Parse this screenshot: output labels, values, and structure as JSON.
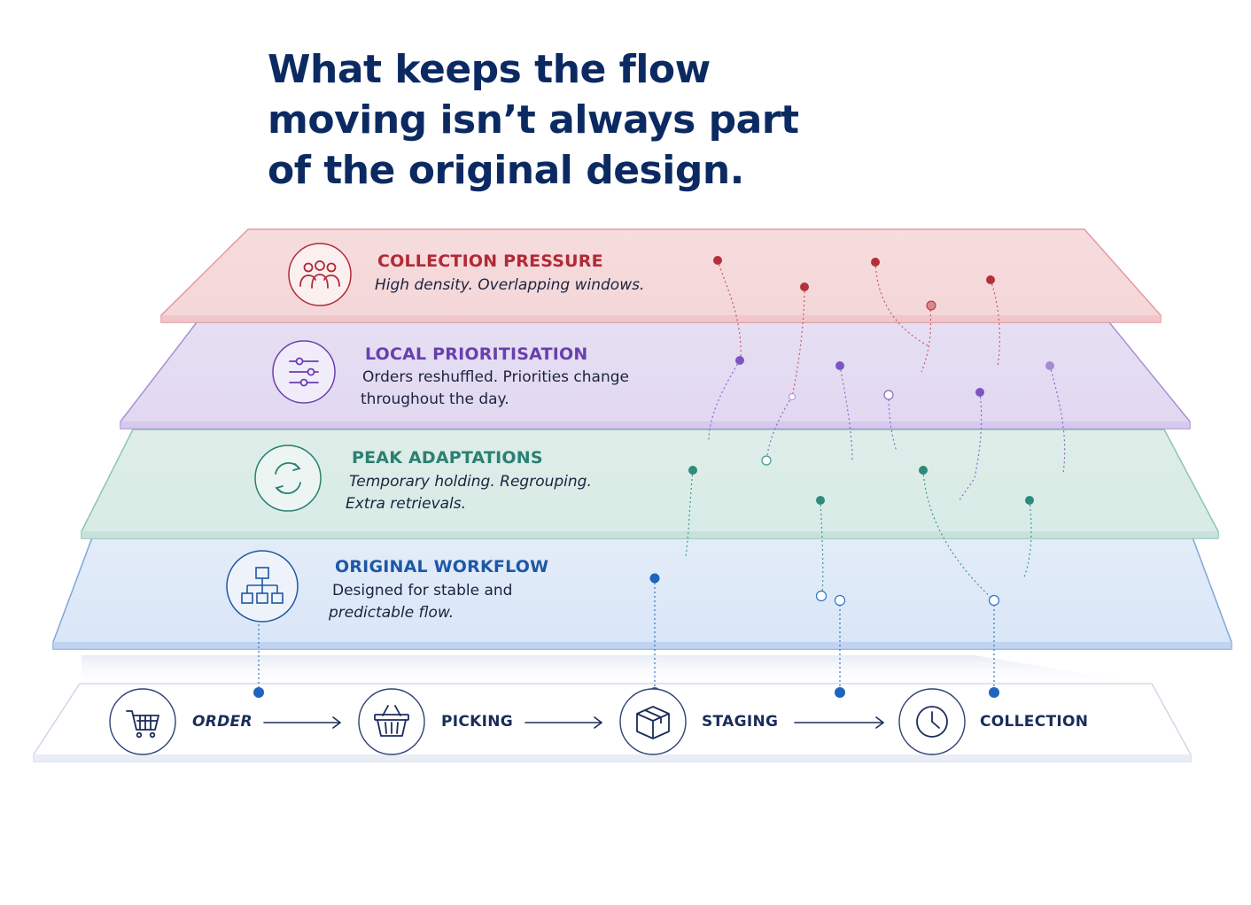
{
  "headline": {
    "lines": [
      "What keeps the flow",
      "moving isn’t always part",
      "of the original design."
    ]
  },
  "layers": [
    {
      "title": "COLLECTION PRESSURE",
      "description_lines": [
        "High density. Overlapping windows."
      ],
      "icon": "people-group-icon",
      "color": "#b12a36"
    },
    {
      "title": "LOCAL PRIORITISATION",
      "description_lines": [
        "Orders reshuffled. Priorities change",
        "throughout the day."
      ],
      "icon": "sliders-icon",
      "color": "#6a3fae"
    },
    {
      "title": "PEAK ADAPTATIONS",
      "description_lines": [
        "Temporary holding. Regrouping.",
        "Extra retrievals."
      ],
      "icon": "refresh-cycle-icon",
      "color": "#2b7f73"
    },
    {
      "title": "ORIGINAL WORKFLOW",
      "description_lines": [
        "Designed for stable and",
        "predictable flow."
      ],
      "icon": "hierarchy-icon",
      "color": "#1d58a6"
    }
  ],
  "flow": {
    "stages": [
      {
        "label": "ORDER",
        "icon": "shopping-cart-icon"
      },
      {
        "label": "PICKING",
        "icon": "basket-icon"
      },
      {
        "label": "STAGING",
        "icon": "package-box-icon"
      },
      {
        "label": "COLLECTION",
        "icon": "clock-icon"
      }
    ],
    "color": "#1a2d5a"
  }
}
